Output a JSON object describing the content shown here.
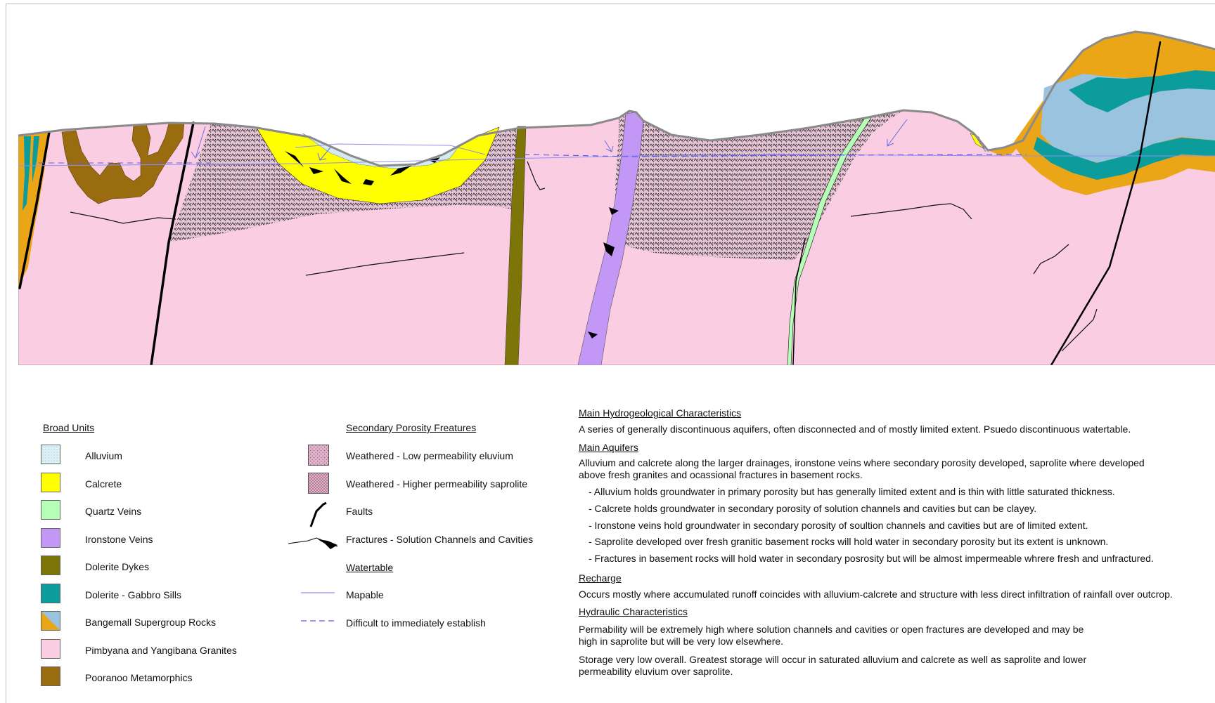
{
  "legend_broad": {
    "title": "Broad Units",
    "items": [
      {
        "label": "Alluvium",
        "color": "#dcf0f6",
        "pattern": "dots"
      },
      {
        "label": "Calcrete",
        "color": "#ffff00"
      },
      {
        "label": "Quartz Veins",
        "color": "#b6ffb6"
      },
      {
        "label": "Ironstone Veins",
        "color": "#c397f5"
      },
      {
        "label": "Dolerite Dykes",
        "color": "#7d7508"
      },
      {
        "label": "Dolerite - Gabbro Sills",
        "color": "#0d9c9c"
      },
      {
        "label": "Bangemall Supergroup Rocks",
        "color": "#eaa616",
        "color2": "#9ac3e0"
      },
      {
        "label": "Pimbyana and Yangibana Granites",
        "color": "#fbcde2"
      },
      {
        "label": "Pooranoo Metamorphics",
        "color": "#9a6c10"
      }
    ]
  },
  "legend_secondary": {
    "title": "Secondary Porosity Freatures",
    "items": [
      {
        "label": "Weathered - Low permeability eluvium",
        "icon": "eluvium-swatch"
      },
      {
        "label": "Weathered - Higher permeability saprolite",
        "icon": "saprolite-swatch"
      },
      {
        "label": "Faults",
        "icon": "fault-icon"
      },
      {
        "label": "Fractures - Solution Channels and Cavities",
        "icon": "fracture-icon"
      }
    ],
    "watertable_title": "Watertable",
    "watertable_items": [
      {
        "label": "Mapable",
        "icon": "solid-line-icon",
        "color": "#8f8ff0"
      },
      {
        "label": "Difficult to immediately establish",
        "icon": "dashed-line-icon",
        "color": "#5c5ce8"
      }
    ]
  },
  "notes": {
    "main_hydro_title": "Main Hydrogeological Characteristics",
    "main_hydro_text": "A series of generally discontinuous aquifers, often disconnected and of mostly limited extent. Psuedo discontinuous watertable.",
    "main_aquifers_title": "Main Aquifers",
    "main_aquifers_text_1": "Alluvium and calcrete along the larger drainages, ironstone veins where secondary porosity developed, saprolite where developed",
    "main_aquifers_text_2": "above fresh granites and ocassional fractures in basement rocks.",
    "bullets": [
      "- Alluvium holds groundwater in primary porosity but has generally limited extent and is thin with little saturated thickness.",
      "- Calcrete holds groundwater in secondary porosity of solution channels and cavities but can be clayey.",
      "- Ironstone veins hold groundwater in secondary porosity of soultion channels and cavities but are of limited extent.",
      "- Saprolite developed over fresh granitic basement rocks will hold water in secondary porosity but its extent is unknown.",
      "- Fractures in basement rocks will hold water in secondary posrosity but will be almost impermeable whrere fresh and unfractured."
    ],
    "recharge_title": "Recharge",
    "recharge_text": "Occurs mostly where accumulated runoff coincides with alluvium-calcrete and structure with less direct infiltration of rainfall over outcrop.",
    "hydraulic_title": "Hydraulic Characteristics",
    "hydraulic_text_1a": "Permability will be extremely high where solution channels and cavities or open fractures are developed and may be",
    "hydraulic_text_1b": "high in saprolite but will be very low elsewhere.",
    "hydraulic_text_2a": "Storage very low overall. Greatest storage will occur in saturated alluvium and calcrete as well as saprolite and lower",
    "hydraulic_text_2b": "permeability eluvium over saprolite."
  }
}
